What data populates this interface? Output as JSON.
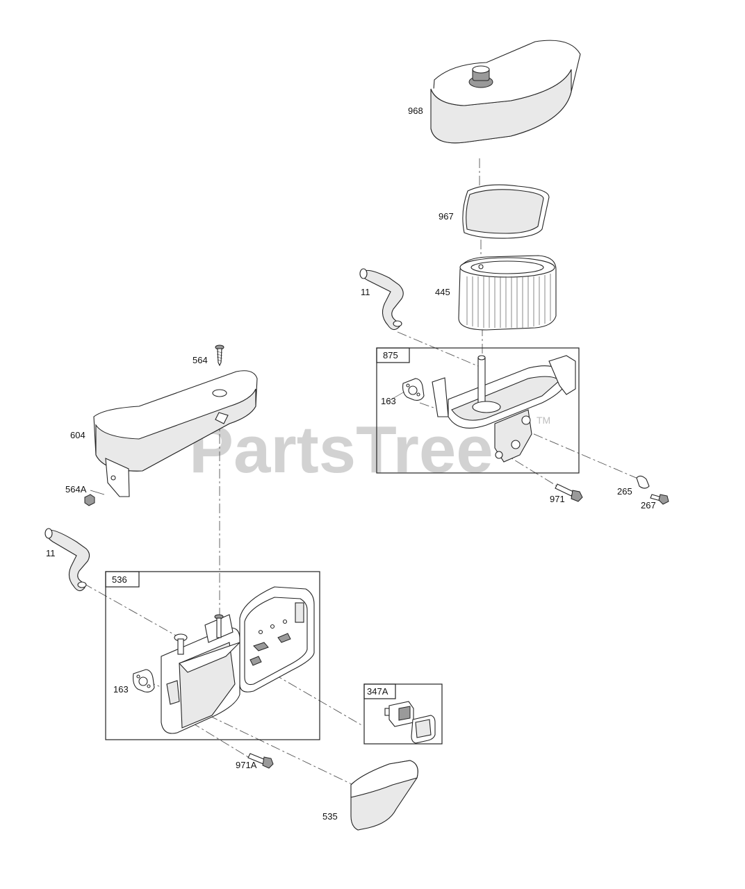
{
  "watermark": {
    "brand": "PartsTree",
    "trademark": "TM"
  },
  "parts": [
    {
      "id": "968",
      "label": "968"
    },
    {
      "id": "967",
      "label": "967"
    },
    {
      "id": "445",
      "label": "445"
    },
    {
      "id": "11-top",
      "label": "11"
    },
    {
      "id": "875",
      "label": "875"
    },
    {
      "id": "163-top",
      "label": "163"
    },
    {
      "id": "971",
      "label": "971"
    },
    {
      "id": "265",
      "label": "265"
    },
    {
      "id": "267",
      "label": "267"
    },
    {
      "id": "564",
      "label": "564"
    },
    {
      "id": "604",
      "label": "604"
    },
    {
      "id": "564A",
      "label": "564A"
    },
    {
      "id": "11-bottom",
      "label": "11"
    },
    {
      "id": "536",
      "label": "536"
    },
    {
      "id": "163-bottom",
      "label": "163"
    },
    {
      "id": "347A",
      "label": "347A"
    },
    {
      "id": "971A",
      "label": "971A"
    },
    {
      "id": "535",
      "label": "535"
    }
  ]
}
